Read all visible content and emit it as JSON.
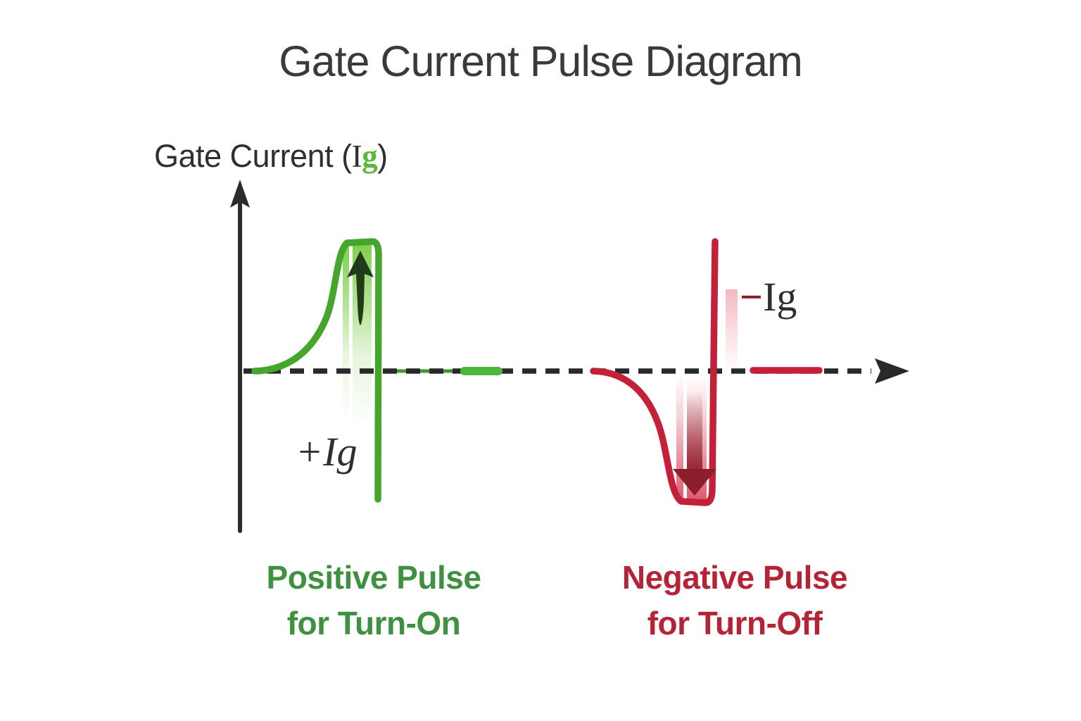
{
  "title": "Gate Current Pulse Diagram",
  "axes": {
    "y_label_prefix": "Gate Current (",
    "y_label_i": "I",
    "y_label_g": "g",
    "y_label_suffix": ")"
  },
  "annotations": {
    "positive_sign": "+",
    "positive_symbol": "Ig",
    "negative_sign": "−",
    "negative_symbol": "Ig"
  },
  "captions": {
    "positive_line1": "Positive Pulse",
    "positive_line2": "for Turn-On",
    "negative_line1": "Negative Pulse",
    "negative_line2": "for Turn-Off"
  },
  "colors": {
    "title-ink": "#3a3a3c",
    "axis-ink": "#2c2c2e",
    "green-stroke": "#45a52d",
    "green-bright": "#4cb83a",
    "green-under": "#3f9a2c",
    "green-caption": "#3e9140",
    "green-symbol": "#5cb83c",
    "dark-green-arrow": "#213a18",
    "red-stroke": "#c5203a",
    "red-caption": "#b52337",
    "dark-red": "#8c1e2b",
    "label-ink": "#2f2f31"
  }
}
